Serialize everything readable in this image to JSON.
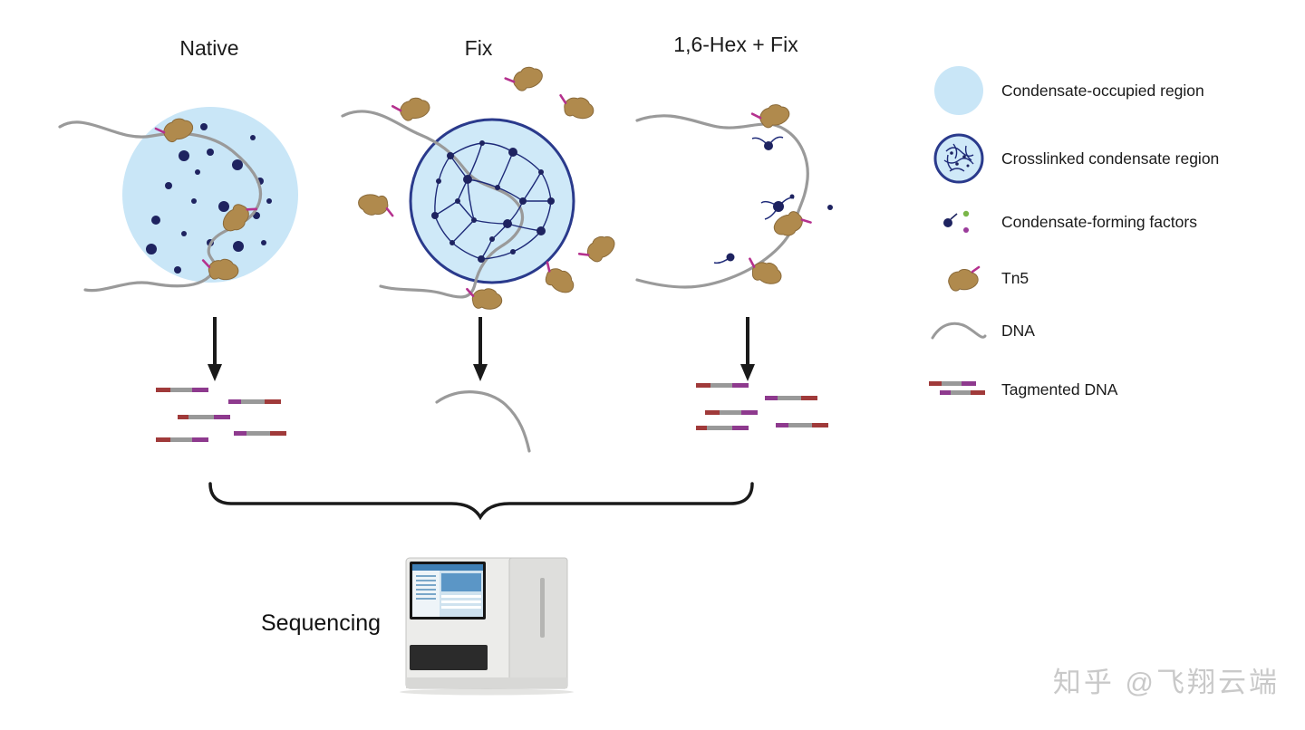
{
  "figure": {
    "columns": [
      {
        "label": "Native"
      },
      {
        "label": "Fix"
      },
      {
        "label": "1,6-Hex + Fix"
      }
    ],
    "sequencing_label": "Sequencing",
    "legend": {
      "items": [
        {
          "label": "Condensate-occupied region",
          "icon": "condensate-occupied-region-icon"
        },
        {
          "label": "Crosslinked condensate region",
          "icon": "crosslinked-condensate-region-icon"
        },
        {
          "label": "Condensate-forming factors",
          "icon": "condensate-forming-factors-icon"
        },
        {
          "label": "Tn5",
          "icon": "tn5-icon"
        },
        {
          "label": "DNA",
          "icon": "dna-icon"
        },
        {
          "label": "Tagmented DNA",
          "icon": "tagmented-dna-icon"
        }
      ]
    },
    "watermark": "知乎 @飞翔云端",
    "colors": {
      "condensate_fill": "#c9e6f7",
      "crosslink_blue": "#2a3a8c",
      "network_blue": "#1e2a78",
      "factor_navy": "#1e2360",
      "factor_green": "#7ab648",
      "factor_purple": "#9b3b9b",
      "tn5_brown": "#b08a4d",
      "tn5_tip_magenta": "#b5318e",
      "dna_gray": "#9a9a9a",
      "fragment_red": "#a03a3a",
      "fragment_purple": "#8e3a8e",
      "arrow_black": "#1a1a1a"
    }
  }
}
